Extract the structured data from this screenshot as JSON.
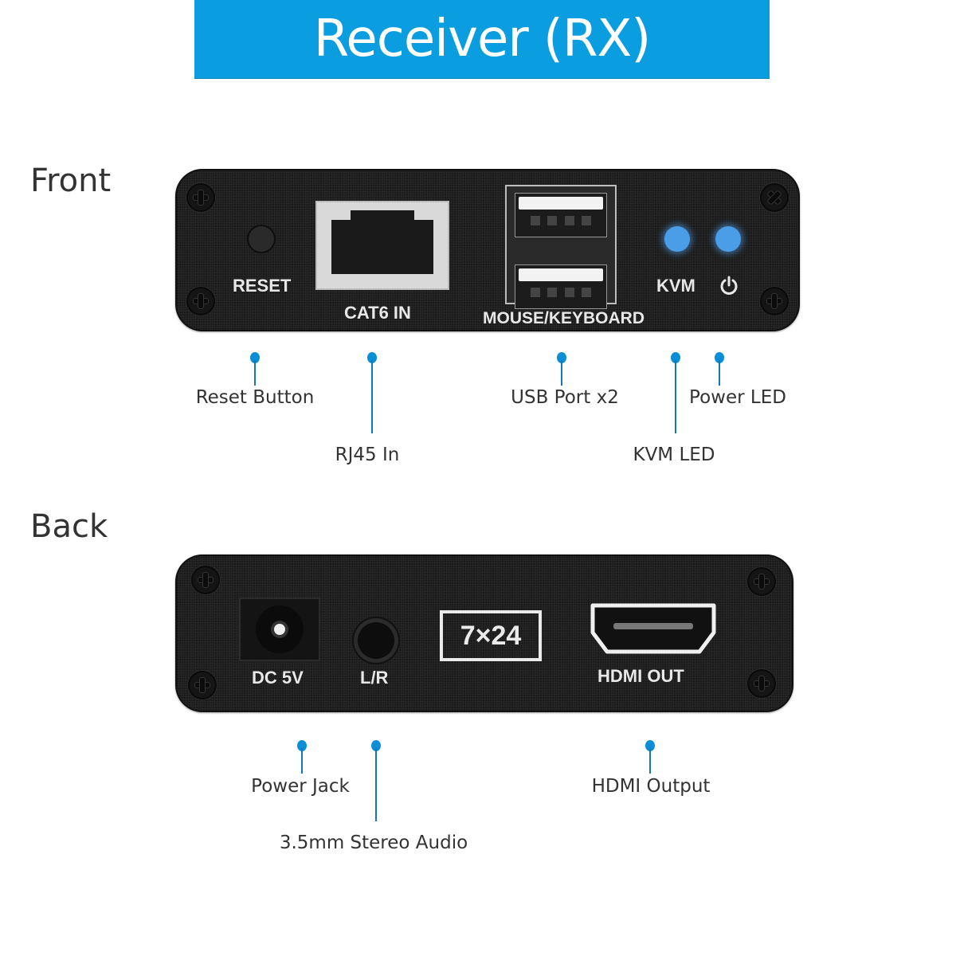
{
  "header": {
    "title": "Receiver (RX)",
    "color": "#0a9de0"
  },
  "front": {
    "section_label": "Front",
    "panel_labels": {
      "reset": "RESET",
      "cat6": "CAT6 IN",
      "usb": "MOUSE/KEYBOARD",
      "kvm": "KVM"
    },
    "led_color": "#4a9ee8",
    "callouts": [
      {
        "label": "Reset Button"
      },
      {
        "label": "RJ45 In"
      },
      {
        "label": "USB Port x2"
      },
      {
        "label": "KVM LED"
      },
      {
        "label": "Power LED"
      }
    ]
  },
  "back": {
    "section_label": "Back",
    "panel_labels": {
      "dc": "DC 5V",
      "audio": "L/R",
      "badge": "7×24",
      "hdmi": "HDMI OUT"
    },
    "callouts": [
      {
        "label": "Power Jack"
      },
      {
        "label": "3.5mm Stereo Audio"
      },
      {
        "label": "HDMI Output"
      }
    ]
  },
  "icons": {
    "power": "power-icon",
    "screw": "screw-icon"
  },
  "callout_color": "#0a8fd6"
}
